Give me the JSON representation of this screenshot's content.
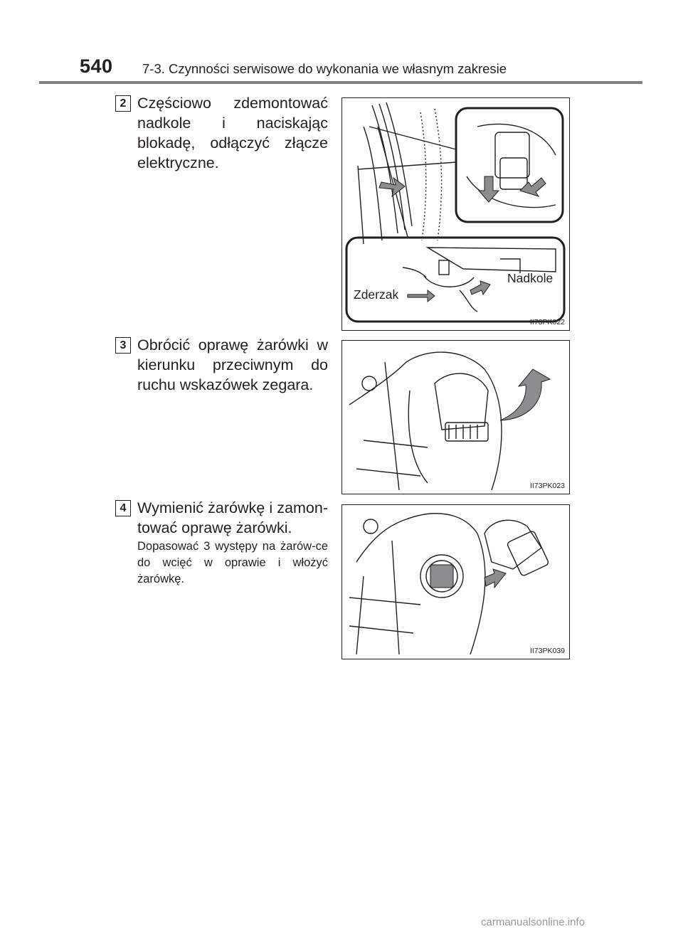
{
  "header": {
    "page_number": "540",
    "section_title": "7-3. Czynności serwisowe do wykonania we własnym zakresie"
  },
  "steps": [
    {
      "number": "2",
      "text": "Częściowo zdemontować nadkole i naciskając blokadę, odłączyć złącze elektryczne.",
      "figure": {
        "code": "II73PK022",
        "label_fender": "Nadkole",
        "label_bumper": "Zderzak"
      }
    },
    {
      "number": "3",
      "text": "Obrócić oprawę żarówki w kierunku przeciwnym do ruchu wskazówek zegara.",
      "figure": {
        "code": "II73PK023"
      }
    },
    {
      "number": "4",
      "text": "Wymienić żarówkę i zamon-tować oprawę żarówki.",
      "note": "Dopasować 3 występy na żarów-ce do wcięć w oprawie i włożyć żarówkę.",
      "figure": {
        "code": "II73PK039"
      }
    }
  ],
  "watermark": "carmanualsonline.info"
}
